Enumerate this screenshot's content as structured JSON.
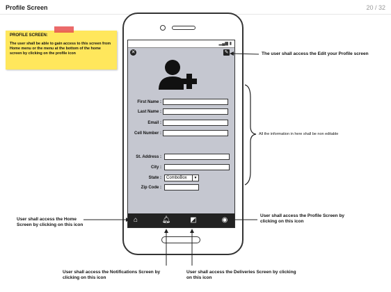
{
  "header": {
    "title": "Profile Screen",
    "page": "20 / 32"
  },
  "sticky": {
    "title": "PROFILE SCREEN:",
    "body": "The user shall be able to gain access to this screen from Home menu or the menu at the bottom of the home screen by clicking on the profile icon"
  },
  "form": {
    "first_name": "First Name :",
    "last_name": "Last Name :",
    "email": "Email :",
    "cell": "Cell Number :",
    "address": "St. Address :",
    "city": "City :",
    "state": "State :",
    "zip": "Zip Code :",
    "combo_value": "ComboBox"
  },
  "annotations": {
    "edit": "The user shall access the Edit your Profile screen",
    "info": "All the information in here shall be non editable",
    "home": "User shall access the Home Screen by clicking on this icon",
    "profile": "User shall access the Profile Screen by clicking on this icon",
    "notifications": "User shall access the Notifications Screen by clicking on this icon",
    "deliveries": "User shall access the Deliveries Screen by clicking on this icon"
  },
  "icons": {
    "close": "close-icon",
    "edit": "edit-icon",
    "avatar": "add-user-icon",
    "home": "home-icon",
    "bell": "bell-icon",
    "deliveries": "deliveries-icon",
    "profile": "profile-icon"
  }
}
